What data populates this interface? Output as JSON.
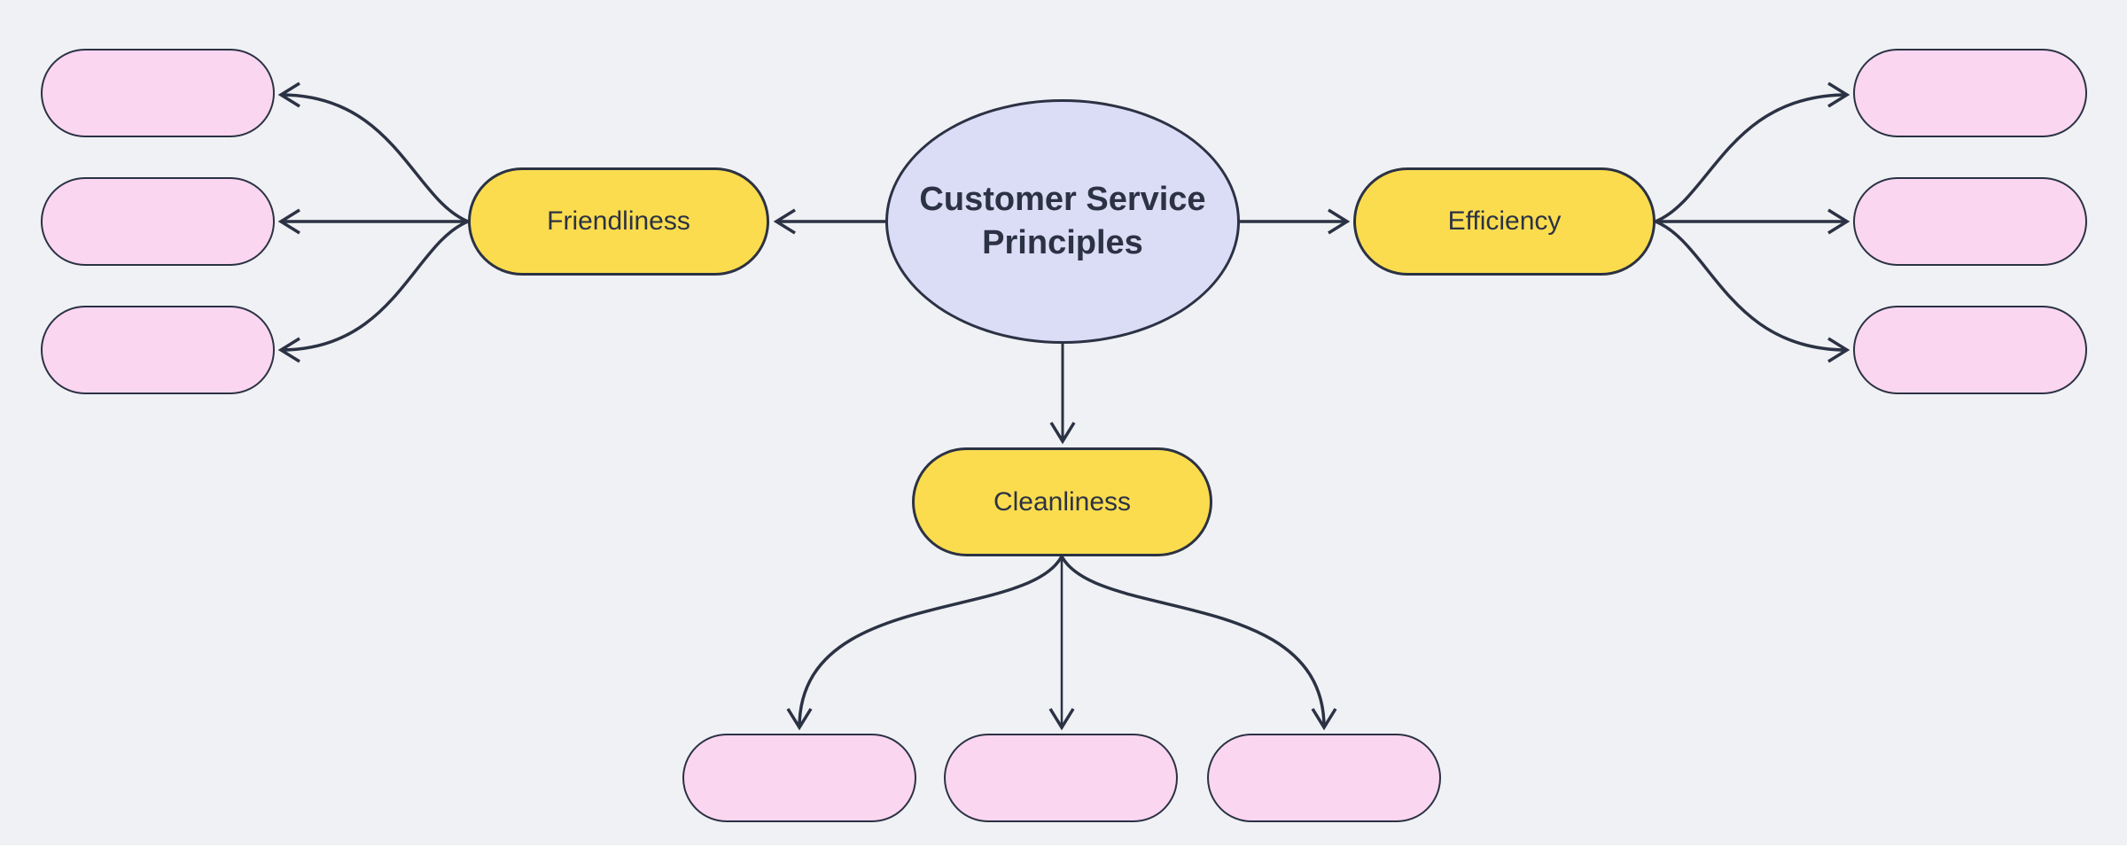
{
  "diagram": {
    "type": "mindmap",
    "background_color": "#f0f1f4",
    "stroke_color": "#2b3244",
    "root": {
      "label": "Customer Service Principles",
      "fill": "#dbdcf6",
      "shape": "ellipse"
    },
    "branches": [
      {
        "label": "Friendliness",
        "fill": "#fbdc4e",
        "shape": "pill",
        "direction": "left",
        "children": [
          {
            "label": "",
            "fill": "#fbd6f1"
          },
          {
            "label": "",
            "fill": "#fbd6f1"
          },
          {
            "label": "",
            "fill": "#fbd6f1"
          }
        ]
      },
      {
        "label": "Efficiency",
        "fill": "#fbdc4e",
        "shape": "pill",
        "direction": "right",
        "children": [
          {
            "label": "",
            "fill": "#fbd6f1"
          },
          {
            "label": "",
            "fill": "#fbd6f1"
          },
          {
            "label": "",
            "fill": "#fbd6f1"
          }
        ]
      },
      {
        "label": "Cleanliness",
        "fill": "#fbdc4e",
        "shape": "pill",
        "direction": "down",
        "children": [
          {
            "label": "",
            "fill": "#fbd6f1"
          },
          {
            "label": "",
            "fill": "#fbd6f1"
          },
          {
            "label": "",
            "fill": "#fbd6f1"
          }
        ]
      }
    ]
  }
}
